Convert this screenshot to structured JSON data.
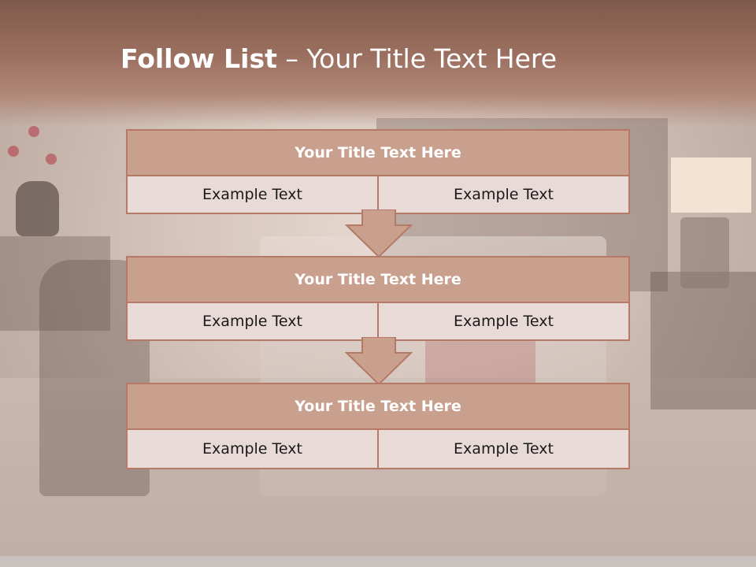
{
  "slide": {
    "title_bold": "Follow List",
    "title_rest": " – Your Title Text Here"
  },
  "steps": [
    {
      "title": "Your Title Text Here",
      "left": "Example Text",
      "right": "Example Text"
    },
    {
      "title": "Your Title Text Here",
      "left": "Example Text",
      "right": "Example Text"
    },
    {
      "title": "Your Title Text Here",
      "left": "Example Text",
      "right": "Example Text"
    }
  ],
  "colors": {
    "title_band": "#9c7060",
    "block_header": "#c9a08e",
    "block_border": "#b57a66",
    "cell_fill": "#e8dad7",
    "arrow_fill": "#c9a08e"
  },
  "icons": [
    "arrow-down-icon",
    "arrow-down-icon"
  ]
}
